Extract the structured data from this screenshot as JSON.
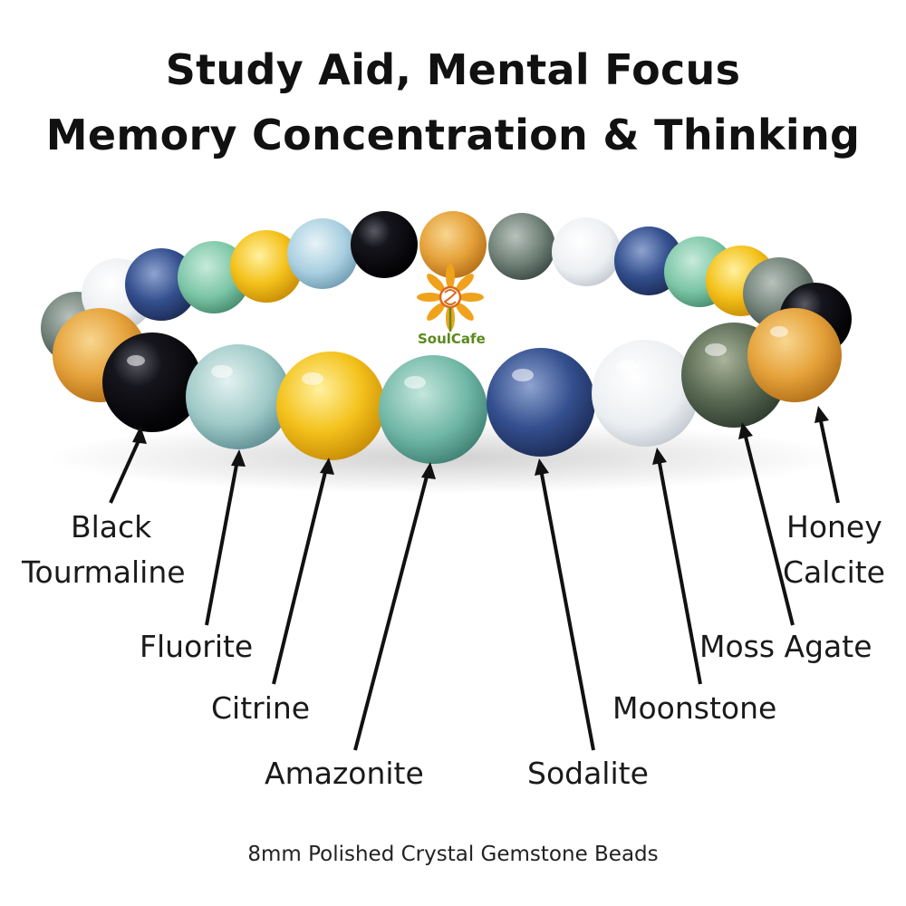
{
  "title": {
    "line1": "Study Aid, Mental Focus",
    "line2": "Memory Concentration & Thinking"
  },
  "logo": {
    "text": "SoulCafe"
  },
  "labels": {
    "black_tourmaline_1": "Black",
    "black_tourmaline_2": "Tourmaline",
    "fluorite": "Fluorite",
    "citrine": "Citrine",
    "amazonite": "Amazonite",
    "sodalite": "Sodalite",
    "moonstone": "Moonstone",
    "moss_agate": "Moss Agate",
    "honey_calcite_1": "Honey",
    "honey_calcite_2": "Calcite"
  },
  "caption": "8mm  Polished Crystal Gemstone Beads",
  "colors": {
    "black_tourmaline": "#0d0d12",
    "fluorite": "#9cc8c8",
    "citrine": "#f2c21a",
    "amazonite": "#6fb9a8",
    "sodalite": "#34508f",
    "moonstone": "#eceff2",
    "moss_agate": "#5b6b55",
    "honey_calcite": "#e6a33c"
  }
}
